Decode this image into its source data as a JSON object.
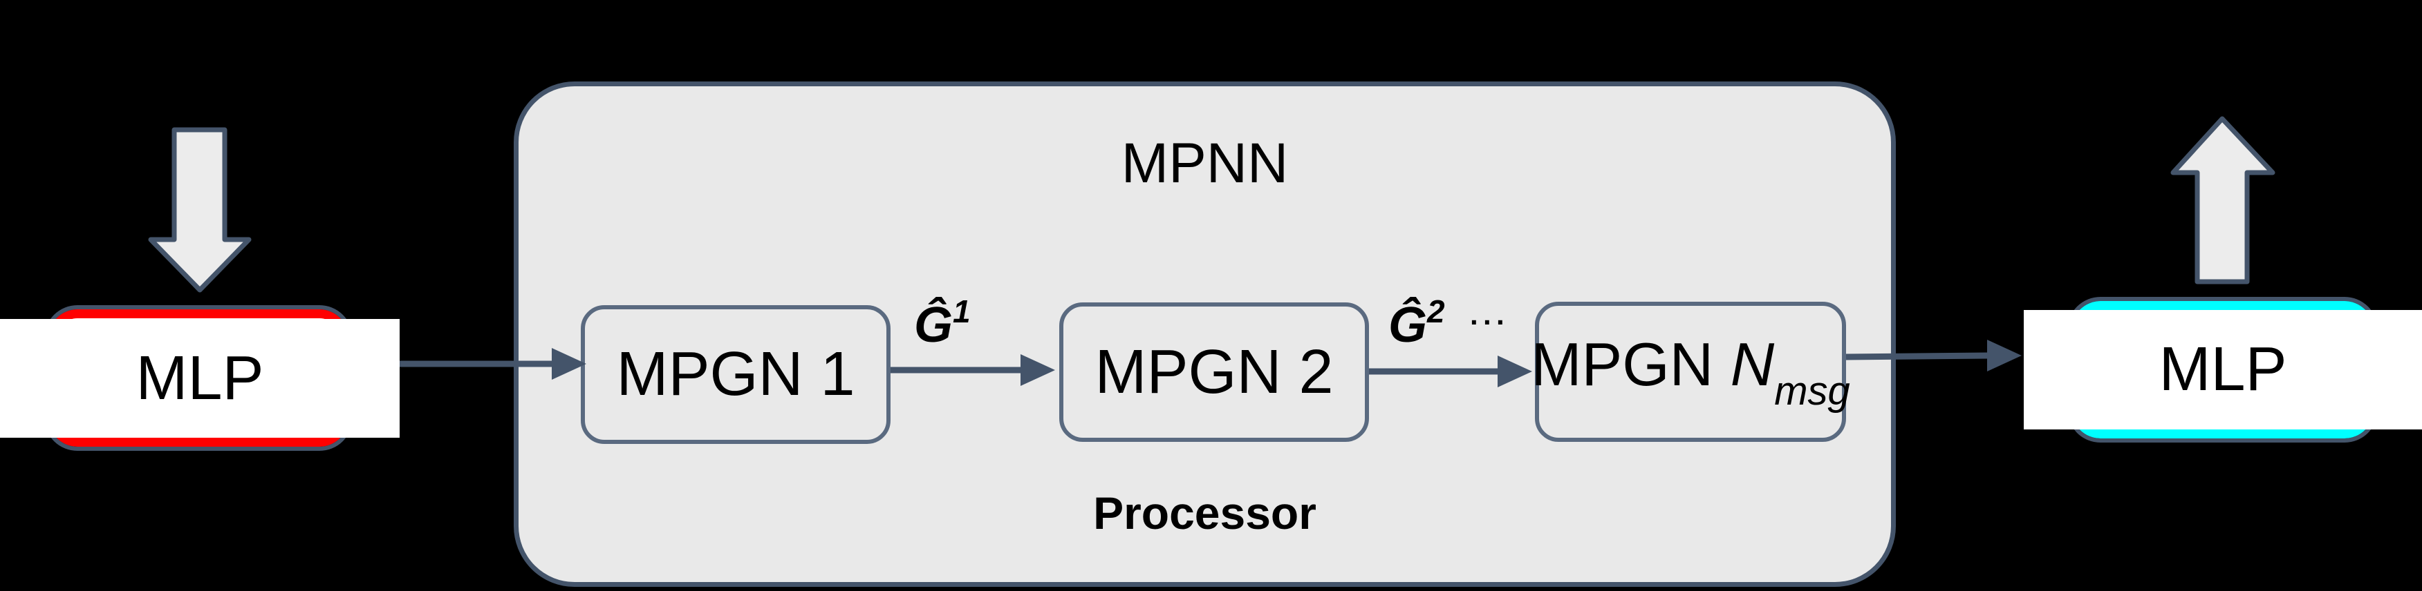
{
  "colors": {
    "red": "#ff0000",
    "cyan": "#00ffff",
    "slate": "#44546a",
    "slate2": "#5a6a80",
    "panel": "#e9e9e9",
    "arrowfill": "#ececec",
    "white": "#ffffff",
    "black": "#000000",
    "text": "#000000"
  },
  "encoder_node": {
    "label": "MLP"
  },
  "decoder_node": {
    "label": "MLP"
  },
  "processor": {
    "title": "MPNN",
    "caption": "Processor",
    "stages": [
      {
        "label": "MPGN 1"
      },
      {
        "label": "MPGN 2"
      },
      {
        "label_prefix": "MPGN ",
        "label_var": "N",
        "label_sub": "msg"
      }
    ]
  },
  "edge_labels": [
    {
      "base": "Ĝ",
      "sup": "1"
    },
    {
      "base": "Ĝ",
      "sup": "2"
    }
  ],
  "ellipsis": "···",
  "icons": {
    "input_arrow": "down-arrow-icon",
    "output_arrow": "up-arrow-icon"
  }
}
